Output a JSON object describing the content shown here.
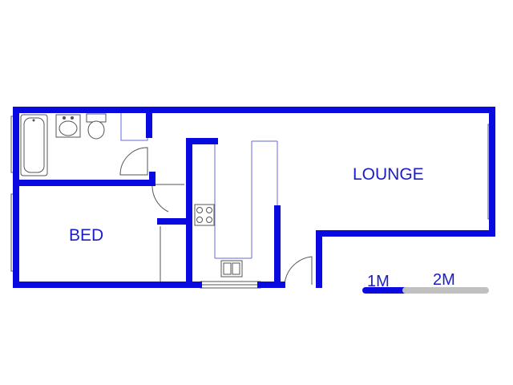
{
  "rooms": {
    "lounge": "LOUNGE",
    "bed": "BED"
  },
  "scale_bar": {
    "mark_1": "1M",
    "mark_2": "2M"
  },
  "colors": {
    "wall": "#0a0ae0",
    "label": "#1c1cc8",
    "scale_dark": "#0a0ae0",
    "scale_light": "#c0c0c0"
  }
}
